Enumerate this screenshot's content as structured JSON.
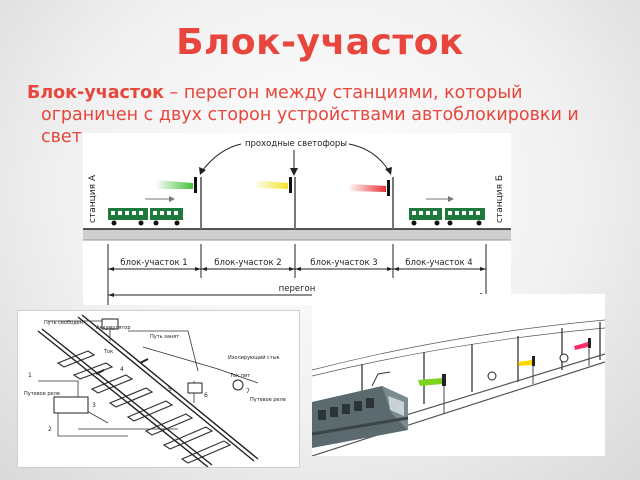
{
  "slide": {
    "title": "Блок-участок",
    "definition_term": "Блок-участок",
    "definition_dash": " – перегон между станциями, который",
    "definition_line2": "ограничен с двух сторон устройствами автоблокировки и",
    "definition_line3_fragment": "свет"
  },
  "diagram": {
    "signals_label": "проходные светофоры",
    "station_a": "станция А",
    "station_b": "станция Б",
    "sections": [
      "блок-участок 1",
      "блок-участок 2",
      "блок-участок 3",
      "блок-участок 4"
    ],
    "haul_label": "перегон",
    "colors": {
      "green": "#44c23a",
      "yellow": "#f2e229",
      "red": "#e6323a",
      "train": "#1e7a3c"
    }
  },
  "circuit": {
    "labels": {
      "track_free": "Путь свободен",
      "battery": "Аккумулятор",
      "track_busy": "Путь занят",
      "track_relay_left": "Путевое реле",
      "track_relay_right": "Путевое реле",
      "insulated_joint": "Изолирующий стык",
      "current": "Ток",
      "current_ref": "Ток пит"
    },
    "numbers": [
      "1",
      "2",
      "3",
      "4",
      "5",
      "6",
      "7"
    ]
  },
  "illustration": {
    "colors": {
      "green": "#7ed321",
      "yellow": "#ffd800",
      "red": "#ff2e6b",
      "train": "#5a6a6e"
    }
  }
}
